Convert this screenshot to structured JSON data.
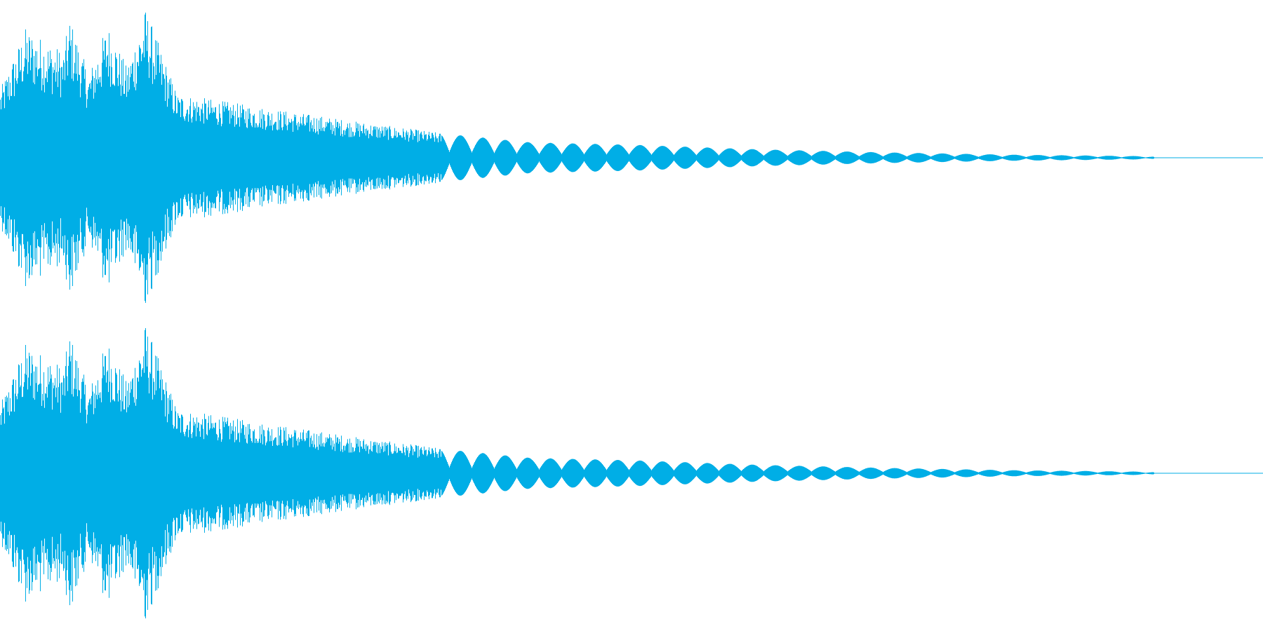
{
  "waveform": {
    "channels": 2,
    "color": "#00aee6",
    "background": "#ffffff",
    "envelope": [
      [
        0.0,
        0.45
      ],
      [
        0.02,
        0.85
      ],
      [
        0.05,
        0.7
      ],
      [
        0.055,
        0.92
      ],
      [
        0.07,
        0.55
      ],
      [
        0.085,
        0.88
      ],
      [
        0.1,
        0.6
      ],
      [
        0.115,
        0.98
      ],
      [
        0.14,
        0.42
      ],
      [
        0.2,
        0.34
      ],
      [
        0.28,
        0.24
      ],
      [
        0.36,
        0.15
      ],
      [
        0.42,
        0.1
      ],
      [
        0.5,
        0.085
      ],
      [
        0.6,
        0.055
      ],
      [
        0.7,
        0.035
      ],
      [
        0.8,
        0.02
      ],
      [
        0.9,
        0.011
      ],
      [
        0.913,
        0.008
      ],
      [
        0.914,
        0.001
      ],
      [
        1.0,
        0.001
      ]
    ]
  }
}
